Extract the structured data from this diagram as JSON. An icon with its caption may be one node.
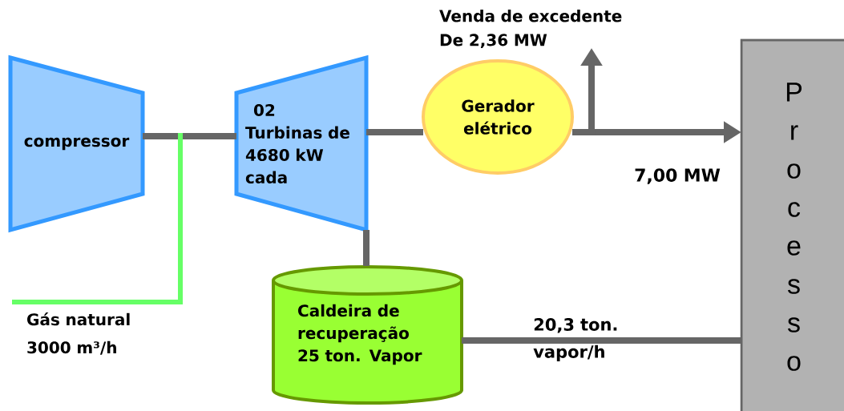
{
  "diagram": {
    "nodes": [
      {
        "text": [
          "compressor"
        ]
      },
      {
        "text": [
          "02",
          "Turbinas de 4680 kW cada"
        ]
      },
      {
        "text": [
          "Gerador elétrico"
        ]
      },
      {
        "text": [
          "Caldeira de recuperação 25 ton. Vapor"
        ]
      },
      {
        "text": [
          "P r o c e s s o"
        ]
      },
      {
        "text": [
          "Gás natural 3000 m³/h"
        ]
      },
      {
        "text": [
          "Venda de excedente De 2,36 MW"
        ]
      }
    ],
    "edges": [
      {
        "from": 0,
        "to": 1,
        "arrow": "none"
      },
      {
        "from": 1,
        "to": 2,
        "arrow": "none"
      },
      {
        "from": 1,
        "to": 3,
        "arrow": "none"
      },
      {
        "from": 2,
        "to": 4,
        "arrow": "to",
        "label": "7,00 MW"
      },
      {
        "from": 2,
        "to": 6,
        "arrow": "to"
      },
      {
        "from": 3,
        "to": 4,
        "arrow": "none",
        "label": "20,3 ton. vapor/h"
      },
      {
        "from": 5,
        "to": null,
        "arrow": "none",
        "color": "#66ff66"
      }
    ]
  }
}
